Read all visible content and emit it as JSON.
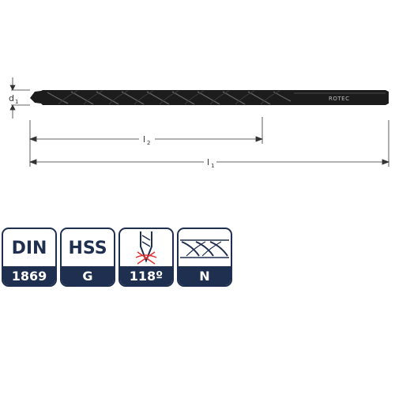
{
  "drawing": {
    "diameter_label": "d",
    "diameter_sub": "1",
    "l2_label": "l",
    "l2_sub": "2",
    "l1_label": "l",
    "l1_sub": "1",
    "brand_text": "ROTEC",
    "colors": {
      "drill": "#1c1c1c",
      "line": "#333333"
    }
  },
  "badges": [
    {
      "name": "din",
      "top": "DIN",
      "bottom": "1869"
    },
    {
      "name": "hss",
      "top": "HSS",
      "bottom": "G"
    },
    {
      "name": "angle",
      "top_icon": "drill-point-angle-icon",
      "bottom": "118º"
    },
    {
      "name": "type",
      "top_icon": "drill-flute-type-icon",
      "bottom": "N"
    }
  ],
  "colors": {
    "badge_navy": "#1f2f4f",
    "badge_accent": "#e03030"
  }
}
